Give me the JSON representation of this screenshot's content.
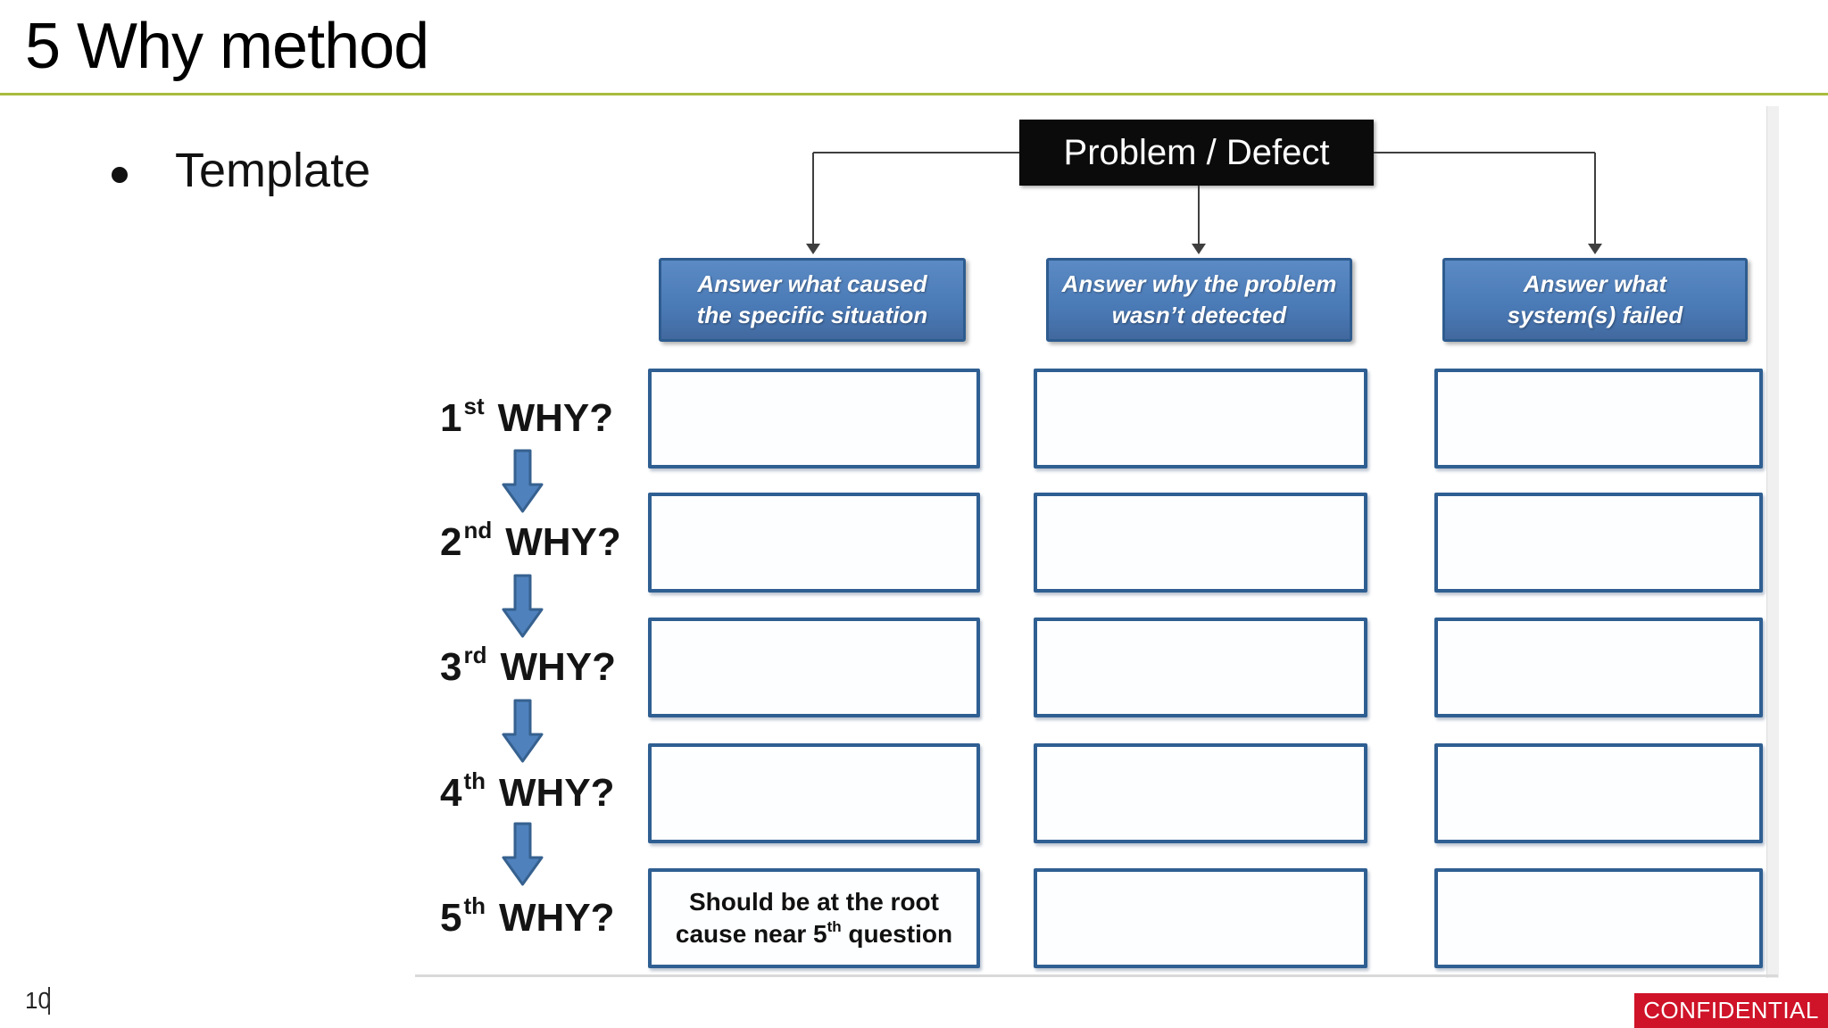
{
  "slide": {
    "title": "5 Why method",
    "bullet": "Template",
    "page_number": "10",
    "confidential_label": "CONFIDENTIAL"
  },
  "diagram": {
    "root_box_label": "Problem / Defect",
    "column_headers": [
      {
        "line1": "Answer what caused",
        "line2": "the specific situation"
      },
      {
        "line1": "Answer why the problem",
        "line2": "wasn’t detected"
      },
      {
        "line1": "Answer what",
        "line2": "system(s) failed"
      }
    ],
    "why_rows": [
      {
        "num": "1",
        "ordinal": "st",
        "word": "WHY?"
      },
      {
        "num": "2",
        "ordinal": "nd",
        "word": "WHY?"
      },
      {
        "num": "3",
        "ordinal": "rd",
        "word": "WHY?"
      },
      {
        "num": "4",
        "ordinal": "th",
        "word": "WHY?"
      },
      {
        "num": "5",
        "ordinal": "th",
        "word": "WHY?"
      }
    ],
    "root_cause_note": {
      "line1": "Should be at the root",
      "line2_pre": "cause near 5",
      "line2_sup": "th",
      "line2_post": "question"
    },
    "colors": {
      "accent_green": "#a9bc3e",
      "header_blue_fill": "#4a7ab6",
      "box_border_blue": "#2f5f92",
      "arrow_blue": "#4f81bd",
      "root_box_black": "#0b0b0b",
      "confidential_red": "#cf1328"
    }
  }
}
